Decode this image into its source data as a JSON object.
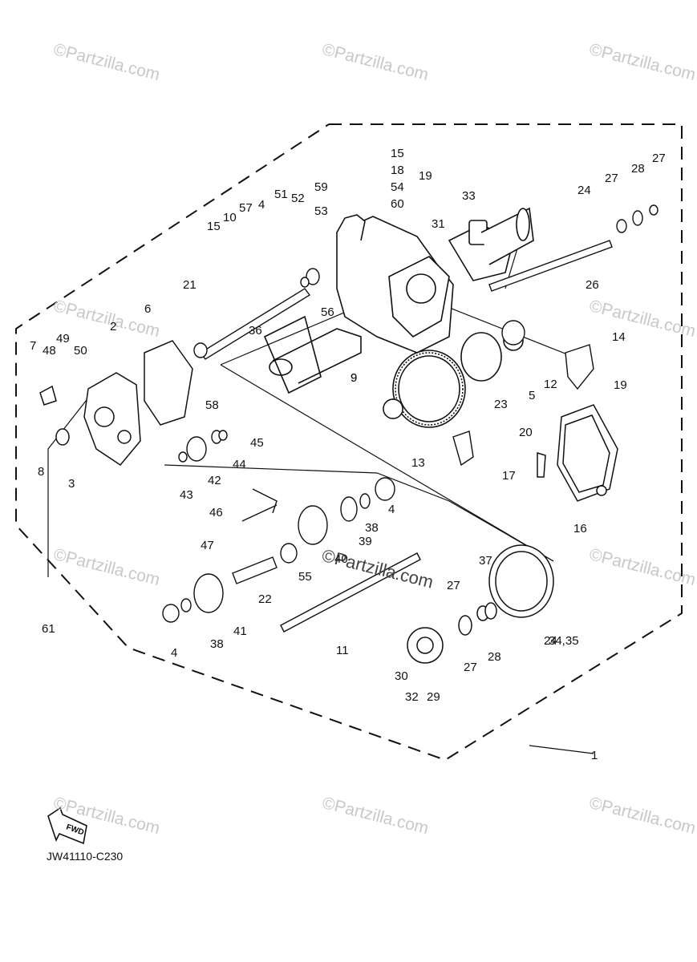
{
  "watermark": "©Partzilla.com",
  "center_watermark": "©Partzilla.com",
  "diagram_code": "JW41110-C230",
  "fwd_label": "FWD",
  "callouts": [
    "15",
    "18",
    "54",
    "60",
    "19",
    "31",
    "33",
    "27",
    "28",
    "27",
    "24",
    "26",
    "59",
    "53",
    "52",
    "51",
    "57",
    "4",
    "10",
    "15",
    "21",
    "56",
    "36",
    "6",
    "9",
    "14",
    "12",
    "5",
    "19",
    "23",
    "9",
    "13",
    "2",
    "49",
    "50",
    "48",
    "7",
    "58",
    "8",
    "3",
    "45",
    "44",
    "42",
    "43",
    "46",
    "4",
    "38",
    "39",
    "47",
    "55",
    "40",
    "22",
    "41",
    "38",
    "4",
    "61",
    "37",
    "27",
    "24",
    "34,35",
    "28",
    "27",
    "11",
    "30",
    "32",
    "29",
    "20",
    "17",
    "16",
    "1"
  ],
  "colors": {
    "line": "#111111",
    "watermark": "#c8c8c8"
  }
}
